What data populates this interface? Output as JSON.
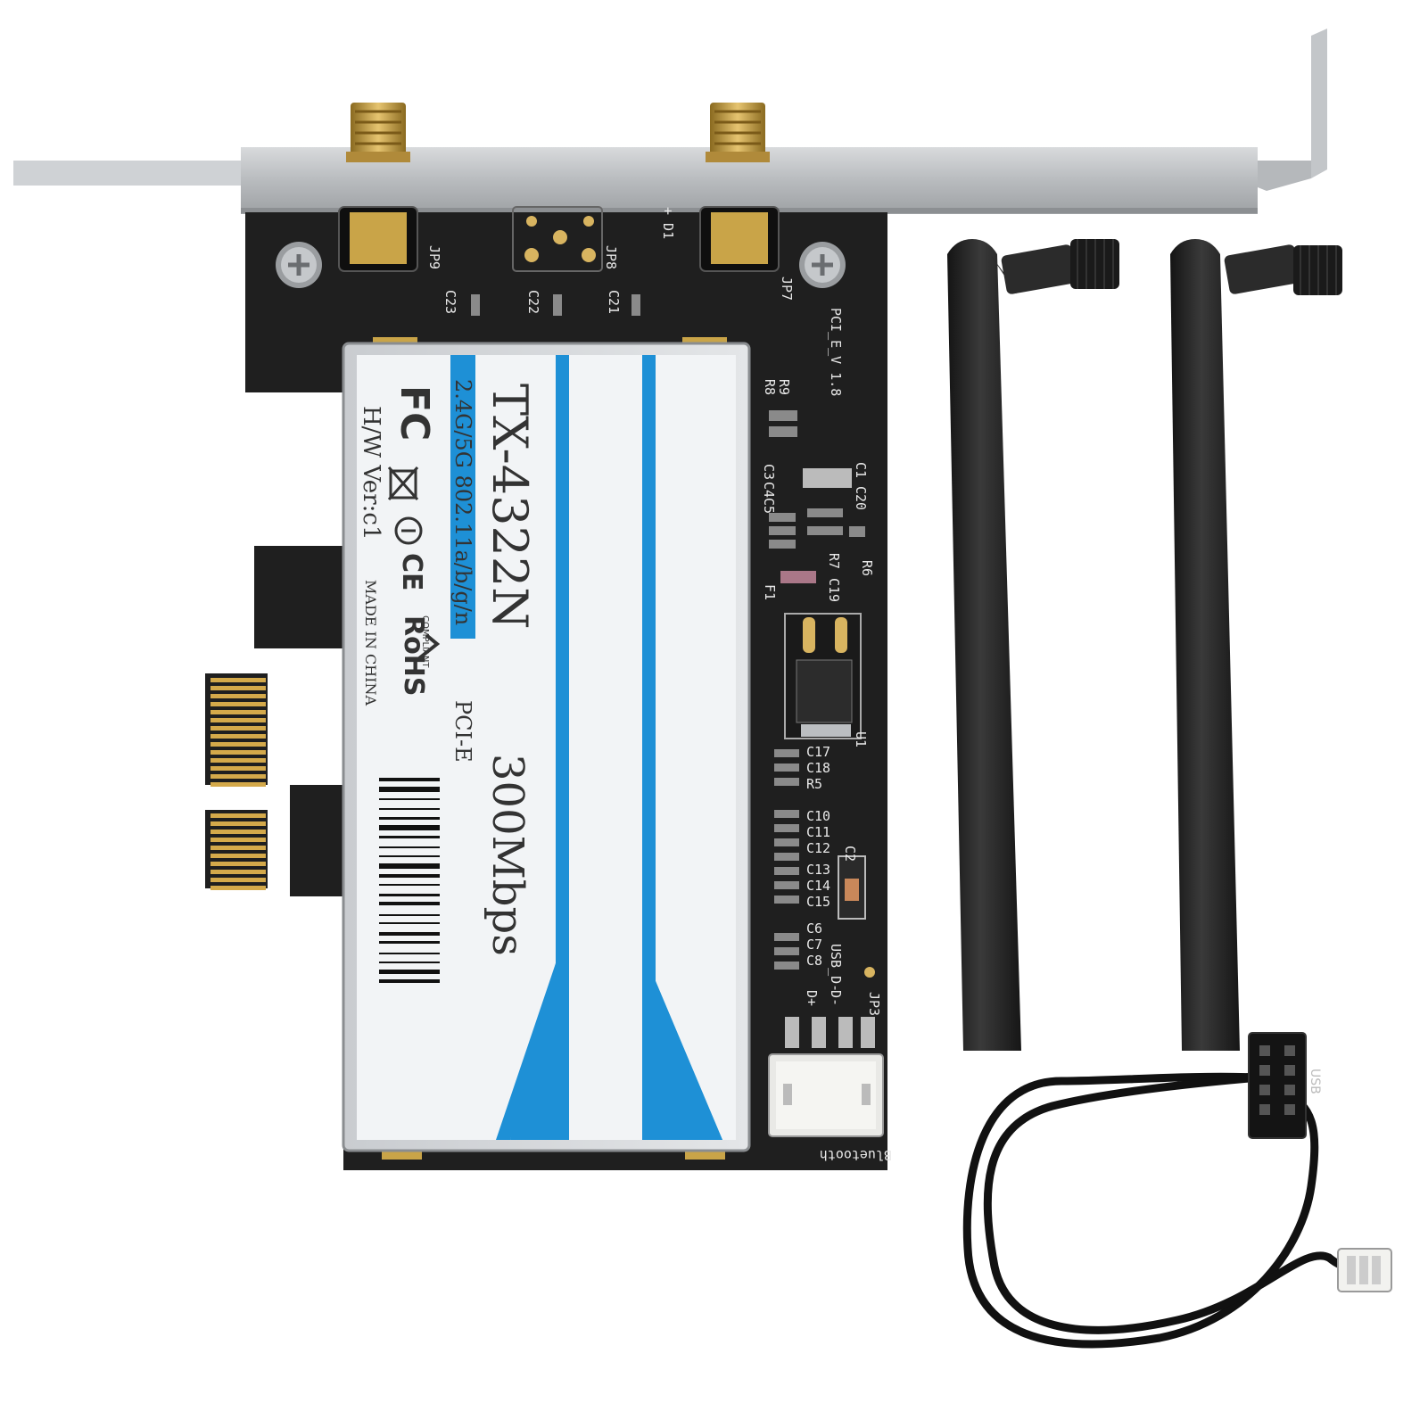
{
  "card": {
    "model": "TX-4322N",
    "standard": "2.4G/5G 802.11a/b/g/n",
    "speed": "300Mbps",
    "interface": "PCI-E",
    "hw_version": "H/W Ver:c1",
    "origin": "MADE IN CHINA",
    "cert_fc": "FC",
    "cert_ce": "CE",
    "cert_rohs": "RoHS",
    "cert_rohs_sub": "COMPLIANT"
  },
  "pcb": {
    "board_rev": "PCI_E_V 1.8",
    "jp9": "JP9",
    "jp8": "JP8",
    "jp7": "JP7",
    "jp3": "JP3",
    "d1": "+ D1",
    "c23": "C23",
    "c22": "C22",
    "c21": "C21",
    "r8": "R8",
    "r9": "R9",
    "c1": "C1",
    "c3": "C3",
    "c4": "C4",
    "c5": "C5",
    "c20": "C20",
    "r7": "R7",
    "r6": "R6",
    "c19": "C19",
    "f1": "F1",
    "u1": "U1",
    "c17": "C17",
    "c18": "C18",
    "r5": "R5",
    "c10": "C10",
    "c11": "C11",
    "c12": "C12",
    "c13": "C13",
    "c14": "C14",
    "c15": "C15",
    "c2": "C2",
    "c6": "C6",
    "c7": "C7",
    "c8": "C8",
    "usb_d": "USB_D-",
    "d_plus": "D+",
    "d_minus": "D-",
    "bluetooth": "Bluetooth"
  },
  "cable": {
    "connector_label": "USB"
  },
  "colors": {
    "pcb": "#1f1f1f",
    "label": "#f2f4f6",
    "stripe": "#1e90d6",
    "antenna": "#222222",
    "gold": "#c8a040"
  }
}
